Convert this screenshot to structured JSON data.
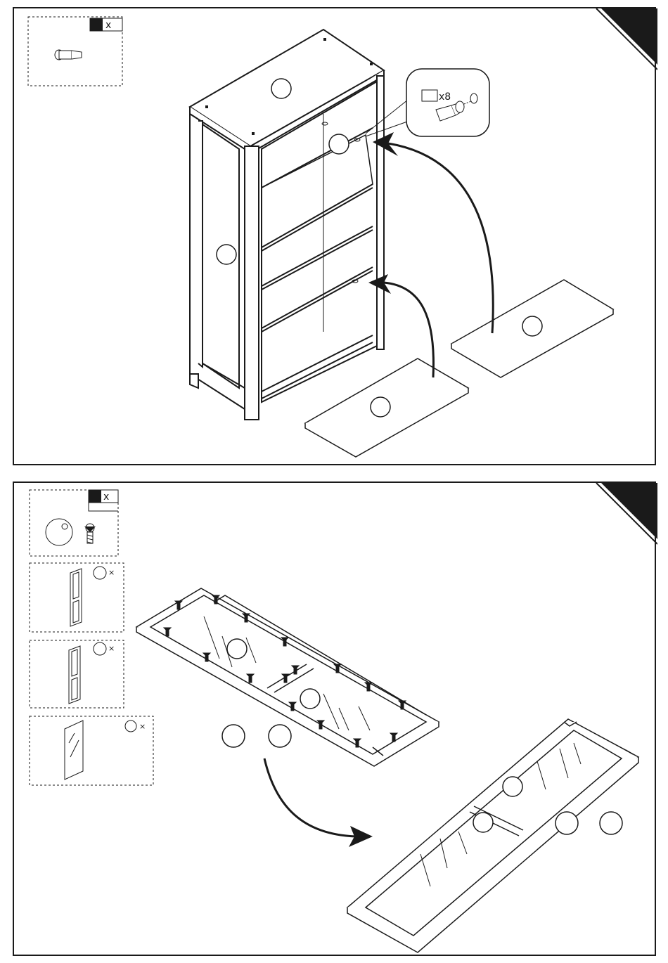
{
  "step1": {
    "hardware_qty_label": "x",
    "callout_qty_label": "x8"
  },
  "step2": {
    "hardware_qty_label": "x",
    "part_a_qty_label": "×",
    "part_b_qty_label": "×",
    "part_c_qty_label": "×"
  }
}
